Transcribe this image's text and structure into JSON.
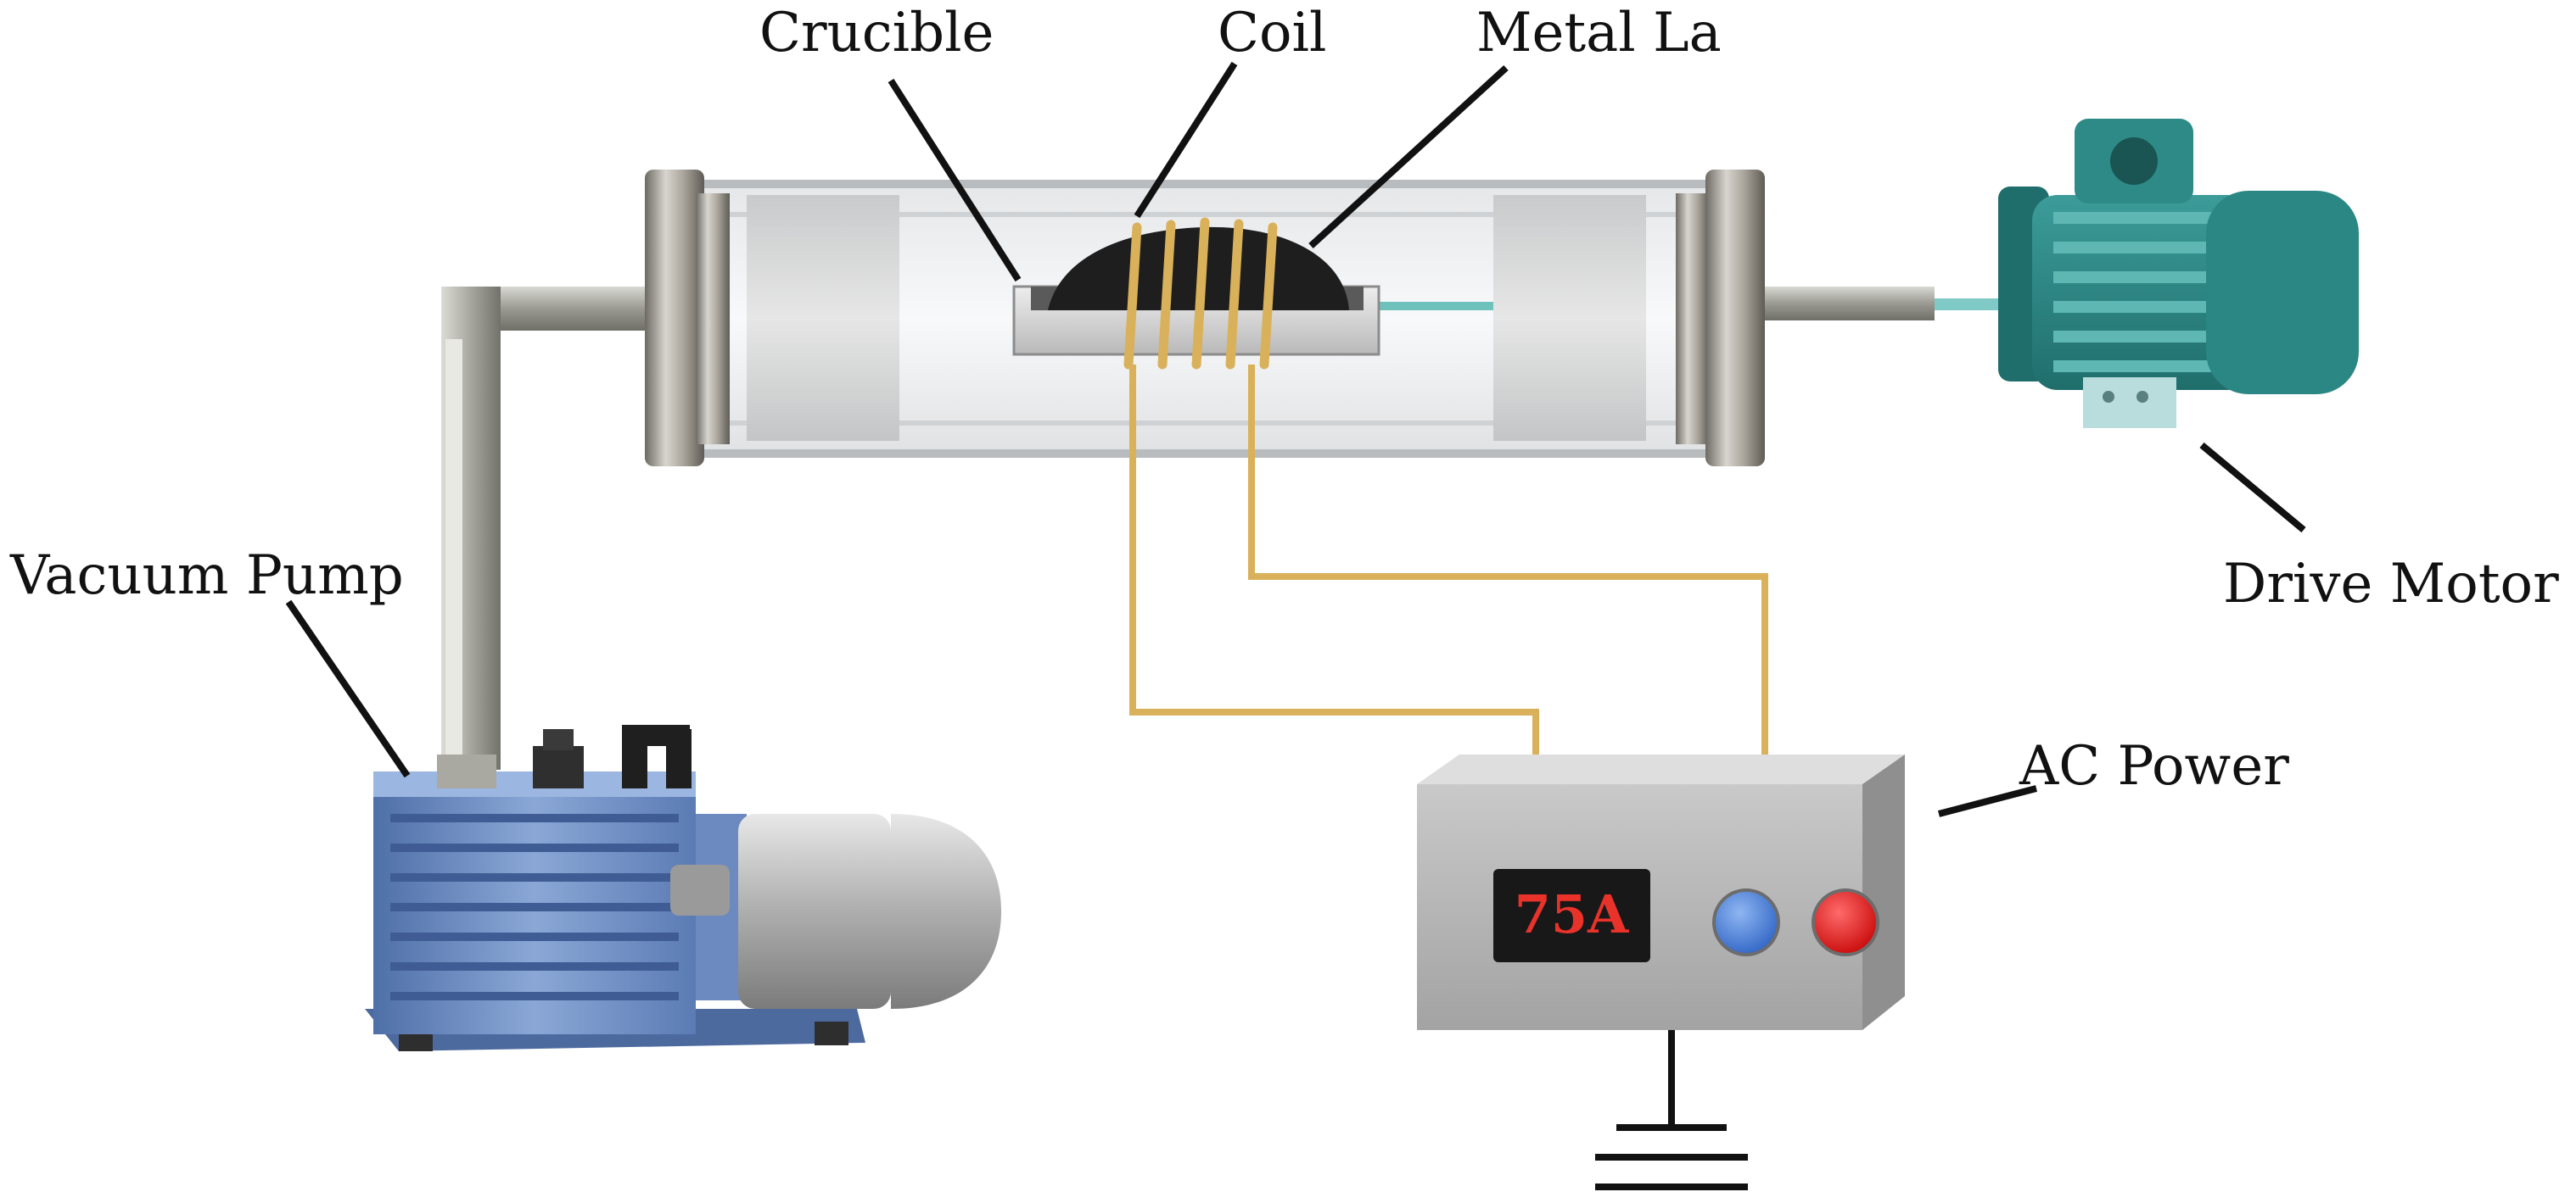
{
  "labels": {
    "crucible": "Crucible",
    "coil": "Coil",
    "metal": "Metal La",
    "vacuum_pump": "Vacuum Pump",
    "drive_motor": "Drive Motor",
    "ac_power": "AC Power"
  },
  "power_supply": {
    "display": "75A",
    "buttons": [
      "blue",
      "red"
    ]
  },
  "colors": {
    "wire": "#d9b15a",
    "motor": "#2f8c8a",
    "pump": "#6f8fc4",
    "display_text": "#e8322a",
    "button_blue": "#3b78d8",
    "button_red": "#e01818",
    "metal_flange": "#8f8a80"
  }
}
